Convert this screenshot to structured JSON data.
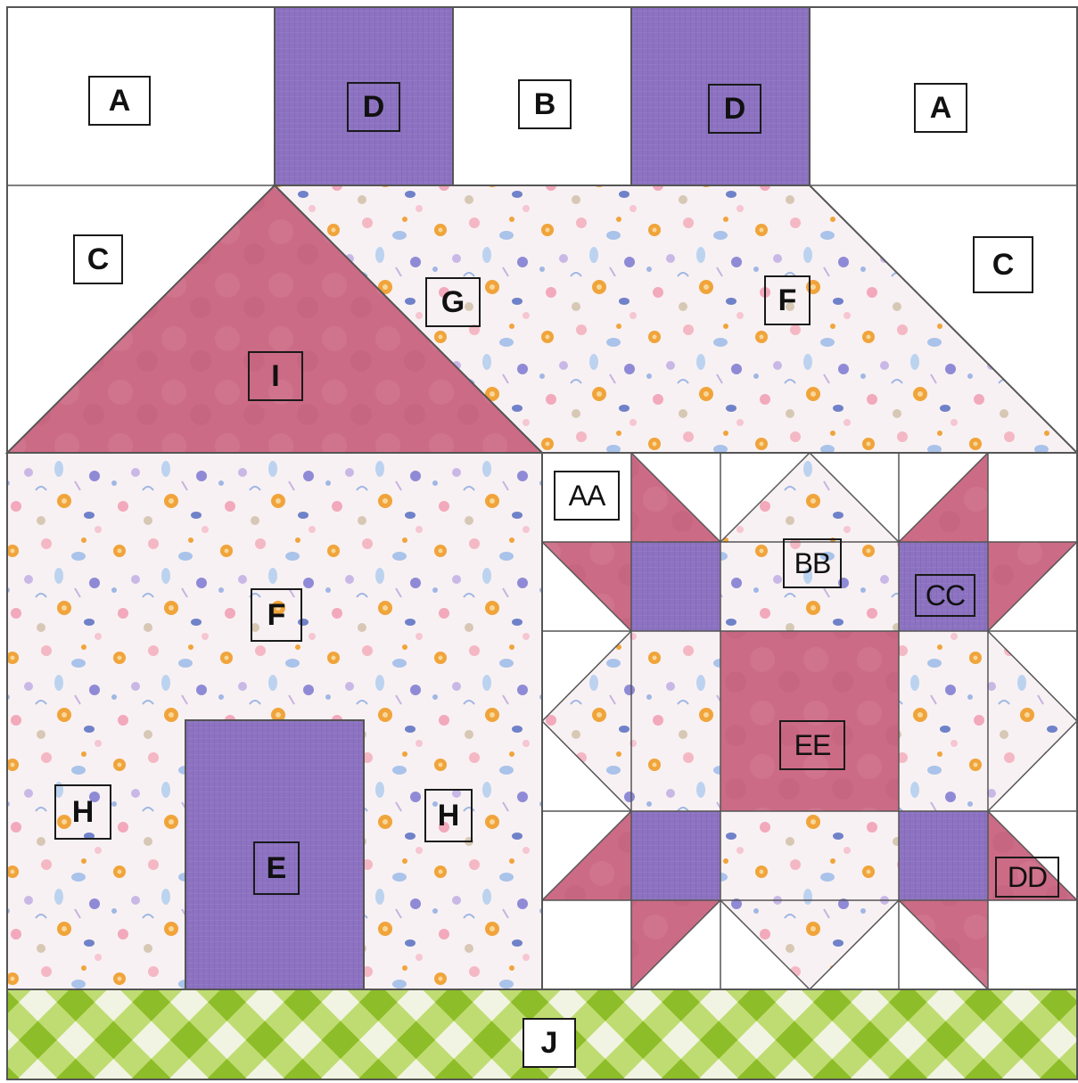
{
  "diagram": {
    "labels": {
      "a_left": "A",
      "d_left": "D",
      "b": "B",
      "d_right": "D",
      "a_right": "A",
      "c_left": "C",
      "g": "G",
      "f_roof": "F",
      "c_right": "C",
      "i": "I",
      "aa": "AA",
      "bb": "BB",
      "cc": "CC",
      "f_house": "F",
      "ee": "EE",
      "h_left": "H",
      "h_right": "H",
      "e": "E",
      "dd": "DD",
      "j": "J"
    },
    "colors": {
      "background": "#ffffff",
      "purple": "#8c72c0",
      "pink": "#cc6b86",
      "floral": "#f7eff2",
      "green": "#9ec93c",
      "green_light": "#d2e69a",
      "outline": "#555555"
    }
  }
}
